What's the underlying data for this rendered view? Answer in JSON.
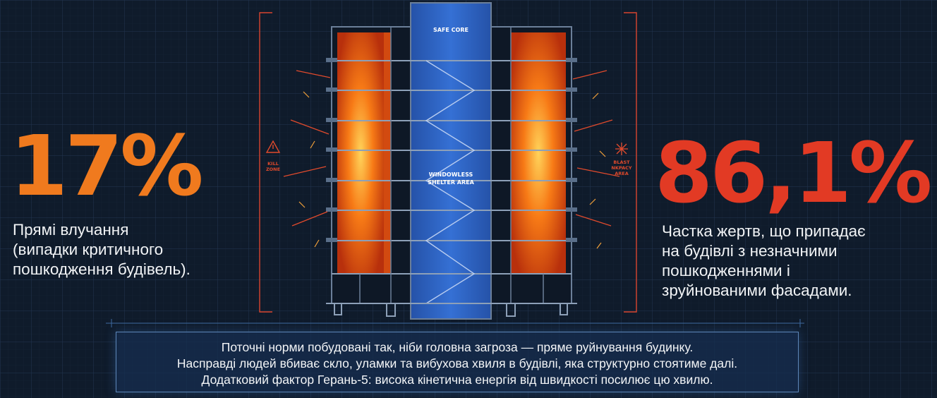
{
  "left_stat": {
    "value": "17%",
    "description": "Прямі влучання\n(випадки критичного\nпошкодження будівель).",
    "color": "#f07a1e"
  },
  "right_stat": {
    "value": "86,1%",
    "description": "Частка жертв, що припадає\nна будівлі з незначними\nпошкодженнями і\nзруйнованими фасадами.",
    "color": "#e23a24"
  },
  "diagram": {
    "core_label": "SAFE CORE",
    "shelter_label_1": "WINDOWLESS",
    "shelter_label_2": "SHELTER AREA",
    "kill_zone_1": "KILL",
    "kill_zone_2": "ZONE",
    "blast_1": "BLAST",
    "blast_2": "NKPACY",
    "blast_3": "AREA",
    "core_color": "#2f66c4",
    "fire_color": "#f26a16"
  },
  "note": {
    "line1": "Поточні норми побудовані так, ніби головна загроза — пряме руйнування будинку.",
    "line2": "Насправді людей вбиває скло, уламки та вибухова хвиля в будівлі, яка структурно стоятиме далі.",
    "line3": "Додатковий фактор Герань-5: висока кінетична енергія від швидкості посилює цю хвилю."
  }
}
